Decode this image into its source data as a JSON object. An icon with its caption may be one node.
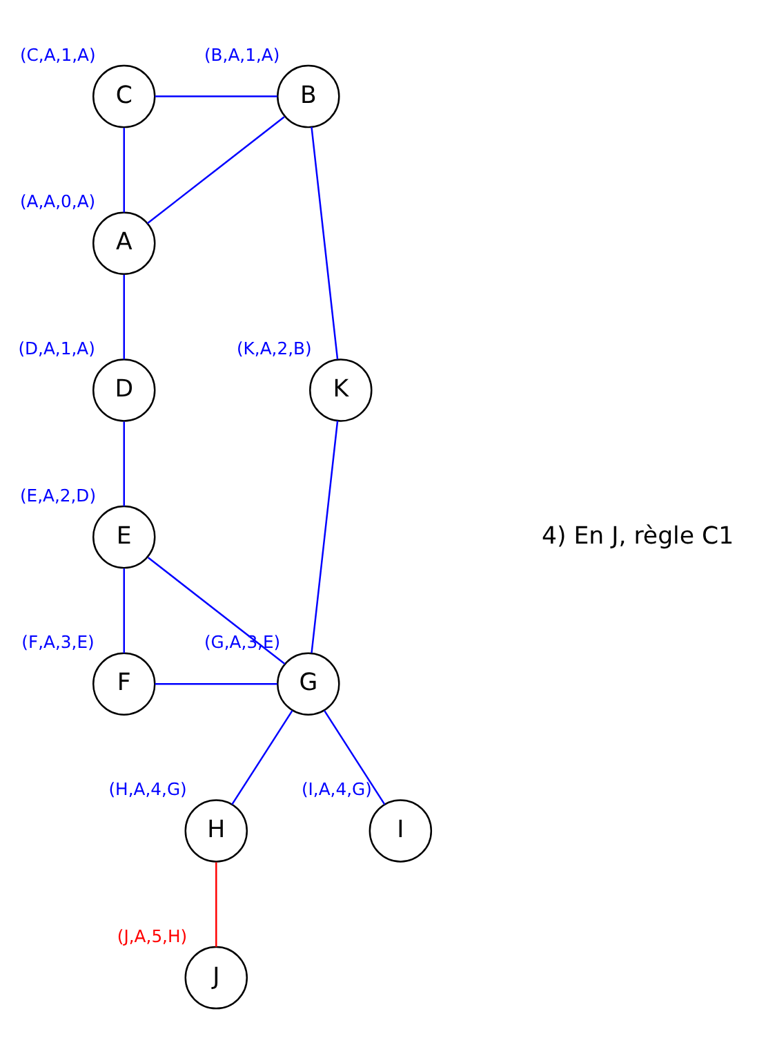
{
  "diagram": {
    "nodes": [
      {
        "text": [
          "C"
        ],
        "beside": [
          "(C,A,1,A)"
        ]
      },
      {
        "text": [
          "B"
        ],
        "beside": [
          "(B,A,1,A)"
        ]
      },
      {
        "text": [
          "A"
        ],
        "beside": [
          "(A,A,0,A)"
        ]
      },
      {
        "text": [
          "D"
        ],
        "beside": [
          "(D,A,1,A)"
        ]
      },
      {
        "text": [
          "K"
        ],
        "beside": [
          "(K,A,2,B)"
        ]
      },
      {
        "text": [
          "E"
        ],
        "beside": [
          "(E,A,2,D)"
        ]
      },
      {
        "text": [
          "F"
        ],
        "beside": [
          "(F,A,3,E)"
        ]
      },
      {
        "text": [
          "G"
        ],
        "beside": [
          "(G,A,3,E)"
        ]
      },
      {
        "text": [
          "H"
        ],
        "beside": [
          "(H,A,4,G)"
        ]
      },
      {
        "text": [
          "I"
        ],
        "beside": [
          "(I,A,4,G)"
        ]
      },
      {
        "text": [
          "J"
        ],
        "beside": [
          "(J,A,5,H)"
        ]
      }
    ],
    "edges": [
      {
        "from": 0,
        "to": 1,
        "arrow": "none"
      },
      {
        "from": 0,
        "to": 2,
        "arrow": "none"
      },
      {
        "from": 1,
        "to": 2,
        "arrow": "none"
      },
      {
        "from": 1,
        "to": 4,
        "arrow": "none"
      },
      {
        "from": 2,
        "to": 3,
        "arrow": "none"
      },
      {
        "from": 3,
        "to": 5,
        "arrow": "none"
      },
      {
        "from": 4,
        "to": 7,
        "arrow": "none"
      },
      {
        "from": 5,
        "to": 6,
        "arrow": "none"
      },
      {
        "from": 5,
        "to": 7,
        "arrow": "none"
      },
      {
        "from": 6,
        "to": 7,
        "arrow": "none"
      },
      {
        "from": 7,
        "to": 8,
        "arrow": "none"
      },
      {
        "from": 7,
        "to": 9,
        "arrow": "none"
      },
      {
        "from": 8,
        "to": 10,
        "arrow": "none",
        "color": "#ff0000"
      }
    ],
    "labels": [
      "4) En J, règle C1"
    ]
  }
}
